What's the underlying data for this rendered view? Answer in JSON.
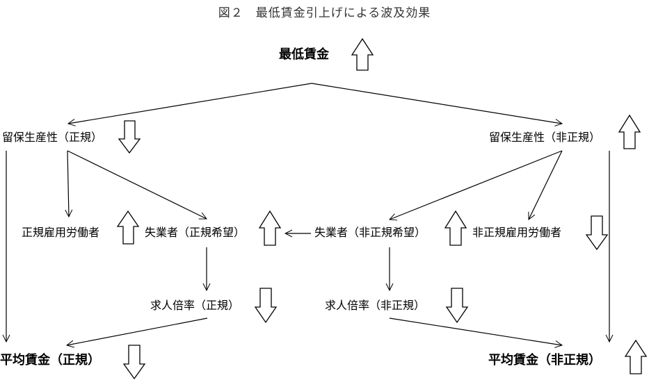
{
  "title": "図２　最低賃金引上げによる波及効果",
  "nodes": {
    "min_wage": {
      "label": "最低賃金",
      "direction": "up"
    },
    "reserve_prod_regular": {
      "label": "留保生産性（正規）",
      "direction": "down"
    },
    "reserve_prod_nonregular": {
      "label": "留保生産性（非正規）",
      "direction": "up"
    },
    "regular_employed": {
      "label": "正規雇用労働者",
      "direction": "up"
    },
    "unemployed_regular": {
      "label": "失業者（正規希望）",
      "direction": "up"
    },
    "unemployed_nonregular": {
      "label": "失業者（非正規希望）",
      "direction": "up"
    },
    "nonregular_employed": {
      "label": "非正規雇用労働者",
      "direction": "down"
    },
    "job_ratio_regular": {
      "label": "求人倍率（正規）",
      "direction": "down"
    },
    "job_ratio_nonregular": {
      "label": "求人倍率（非正規）",
      "direction": "down"
    },
    "avg_wage_regular": {
      "label": "平均賃金（正規）",
      "direction": "down"
    },
    "avg_wage_nonregular": {
      "label": "平均賃金（非正規）",
      "direction": "up"
    }
  },
  "edges": [
    {
      "from": "min_wage",
      "to": "reserve_prod_regular"
    },
    {
      "from": "min_wage",
      "to": "reserve_prod_nonregular"
    },
    {
      "from": "reserve_prod_regular",
      "to": "regular_employed"
    },
    {
      "from": "reserve_prod_regular",
      "to": "unemployed_regular"
    },
    {
      "from": "reserve_prod_regular",
      "to": "avg_wage_regular"
    },
    {
      "from": "reserve_prod_nonregular",
      "to": "unemployed_nonregular"
    },
    {
      "from": "reserve_prod_nonregular",
      "to": "nonregular_employed"
    },
    {
      "from": "reserve_prod_nonregular",
      "to": "avg_wage_nonregular"
    },
    {
      "from": "unemployed_nonregular",
      "to": "unemployed_regular"
    },
    {
      "from": "unemployed_regular",
      "to": "job_ratio_regular"
    },
    {
      "from": "unemployed_nonregular",
      "to": "job_ratio_nonregular"
    },
    {
      "from": "job_ratio_regular",
      "to": "avg_wage_regular"
    },
    {
      "from": "job_ratio_nonregular",
      "to": "avg_wage_nonregular"
    }
  ]
}
